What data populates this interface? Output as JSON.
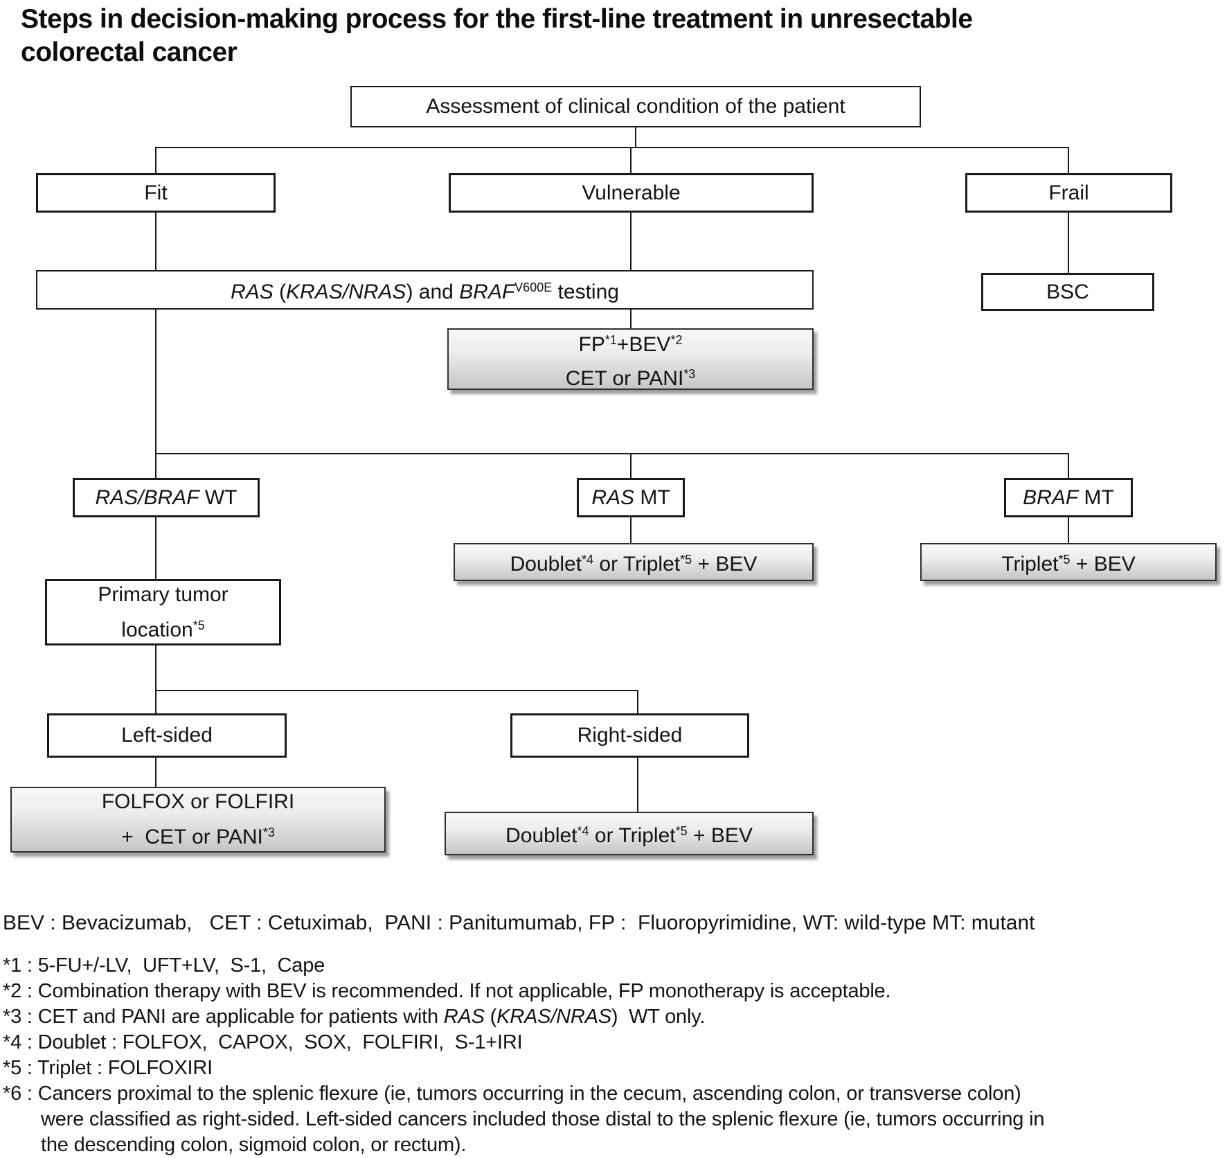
{
  "title_lines": [
    "Steps in decision-making process for the first-line treatment in unresectable",
    "colorectal cancer"
  ],
  "nodes": {
    "assessment": [
      [
        [
          "",
          "Assessment of clinical condition of the patient"
        ]
      ]
    ],
    "fit": [
      [
        [
          "",
          "Fit"
        ]
      ]
    ],
    "vulnerable": [
      [
        [
          "",
          "Vulnerable"
        ]
      ]
    ],
    "frail": [
      [
        [
          "",
          "Frail"
        ]
      ]
    ],
    "ras_testing": [
      [
        [
          "i",
          "RAS"
        ],
        [
          "",
          " ("
        ],
        [
          "i",
          "KRAS/NRAS"
        ],
        [
          "",
          ") and "
        ],
        [
          "i",
          "BRAF"
        ],
        [
          "sup",
          "V600E"
        ],
        [
          "",
          " testing"
        ]
      ]
    ],
    "bsc": [
      [
        [
          "",
          "BSC"
        ]
      ]
    ],
    "fp_bev": [
      [
        [
          "",
          "FP"
        ],
        [
          "sup",
          "*1"
        ],
        [
          "",
          "+BEV"
        ],
        [
          "sup",
          "*2"
        ]
      ],
      [
        [
          "",
          "CET or PANI"
        ],
        [
          "sup",
          "*3"
        ]
      ]
    ],
    "ras_braf_wt": [
      [
        [
          "i",
          "RAS/BRAF"
        ],
        [
          "",
          " WT"
        ]
      ]
    ],
    "ras_mt": [
      [
        [
          "i",
          "RAS"
        ],
        [
          "",
          " MT"
        ]
      ]
    ],
    "braf_mt": [
      [
        [
          "i",
          "BRAF"
        ],
        [
          "",
          " MT"
        ]
      ]
    ],
    "doublet_mid": [
      [
        [
          "",
          "Doublet"
        ],
        [
          "sup",
          "*4"
        ],
        [
          "",
          " or Triplet"
        ],
        [
          "sup",
          "*5"
        ],
        [
          "",
          " + BEV"
        ]
      ]
    ],
    "triplet": [
      [
        [
          "",
          "Triplet"
        ],
        [
          "sup",
          "*5"
        ],
        [
          "",
          " + BEV"
        ]
      ]
    ],
    "primary_tumor": [
      [
        [
          "",
          "Primary tumor"
        ]
      ],
      [
        [
          "",
          "location"
        ],
        [
          "sup",
          "*5"
        ]
      ]
    ],
    "left_sided": [
      [
        [
          "",
          "Left-sided"
        ]
      ]
    ],
    "right_sided": [
      [
        [
          "",
          "Right-sided"
        ]
      ]
    ],
    "folfox": [
      [
        [
          "",
          "FOLFOX or FOLFIRI"
        ]
      ],
      [
        [
          "",
          "+  CET or PANI"
        ],
        [
          "sup",
          "*3"
        ]
      ]
    ],
    "doublet_bottom": [
      [
        [
          "",
          "Doublet"
        ],
        [
          "sup",
          "*4"
        ],
        [
          "",
          " or Triplet"
        ],
        [
          "sup",
          "*5"
        ],
        [
          "",
          " + BEV"
        ]
      ]
    ]
  },
  "legend": "BEV : Bevacizumab,   CET : Cetuximab,  PANI : Panitumumab, FP :  Fluoropyrimidine, WT: wild-type MT: mutant",
  "footnote_lines": [
    [
      [
        "",
        "*1 : 5-FU+/-LV,  UFT+LV,  S-1,  Cape"
      ]
    ],
    [
      [
        "",
        "*2 : Combination therapy with BEV is recommended. If not applicable, FP monotherapy is acceptable."
      ]
    ],
    [
      [
        "",
        "*3 : CET and PANI are applicable for patients with "
      ],
      [
        "i",
        "RAS"
      ],
      [
        "",
        " ("
      ],
      [
        "i",
        "KRAS/NRAS"
      ],
      [
        "",
        ")  WT only."
      ]
    ],
    [
      [
        "",
        "*4 : Doublet : FOLFOX,  CAPOX,  SOX,  FOLFIRI,  S-1+IRI"
      ]
    ],
    [
      [
        "",
        "*5 : Triplet : FOLFOXIRI"
      ]
    ],
    [
      [
        "",
        "*6 : Cancers proximal to the splenic flexure (ie, tumors occurring in the cecum, ascending colon, or transverse colon)"
      ]
    ],
    [
      [
        "",
        "       were classified as right-sided. Left-sided cancers included those distal to the splenic flexure (ie, tumors occurring in"
      ]
    ],
    [
      [
        "",
        "       the descending colon, sigmoid colon, or rectum)."
      ]
    ]
  ],
  "colors": {
    "background": "#ffffff",
    "box_border": "#1a1a1a",
    "text": "#141414",
    "gray_box_top": "#f8f8f8",
    "gray_box_bottom": "#c6c6c6",
    "connector": "#1a1a1a"
  }
}
